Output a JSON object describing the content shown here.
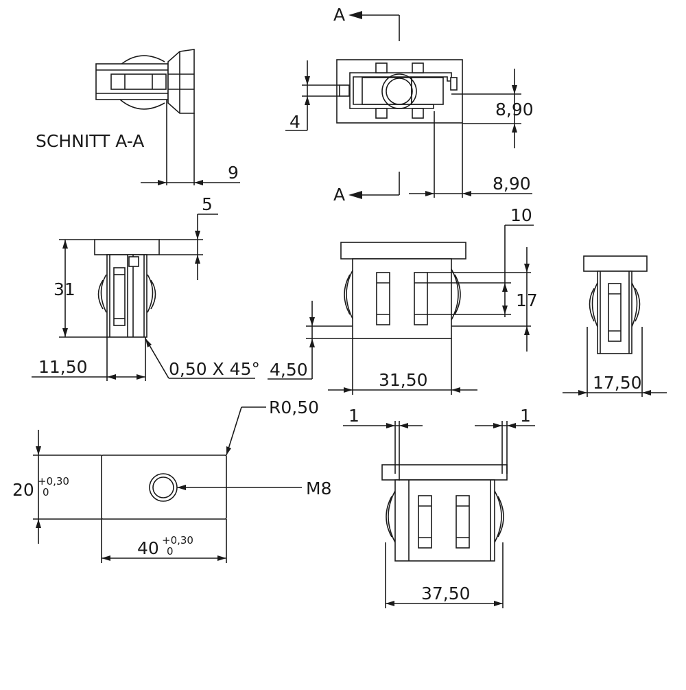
{
  "section_label": "SCHNITT A-A",
  "section_marks": [
    "A",
    "A"
  ],
  "dimensions": {
    "d_9": "9",
    "d_4": "4",
    "d_890_right": "8,90",
    "d_890_bottom": "8,90",
    "d_5": "5",
    "d_31": "31",
    "d_1150": "11,50",
    "d_chamfer": "0,50 X 45°",
    "d_10": "10",
    "d_17": "17",
    "d_450": "4,50",
    "d_3150": "31,50",
    "d_1750": "17,50",
    "d_r050": "R0,50",
    "d_20": "20",
    "d_20_tol_upper": "+0,30",
    "d_20_tol_lower": "0",
    "d_m8": "M8",
    "d_40": "40",
    "d_40_tol_upper": "+0,30",
    "d_40_tol_lower": "0",
    "d_1_left": "1",
    "d_1_right": "1",
    "d_3750": "37,50"
  }
}
